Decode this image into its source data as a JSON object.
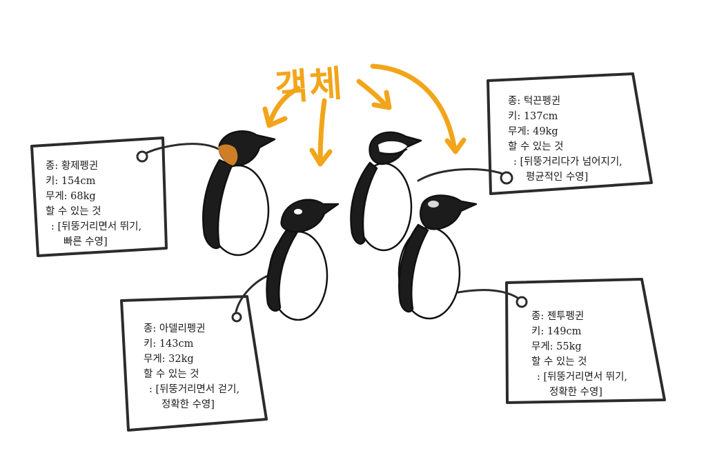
{
  "title": "객체",
  "colors": {
    "accent": "#f2a51a",
    "ink": "#2b2b2b",
    "penguin_dark": "#1c1c1c",
    "emperor_neck": "#e38a2a"
  },
  "penguins": [
    {
      "id": "emperor",
      "lines": [
        "종: 황제펭귄",
        "키: 154cm",
        "무게: 68kg",
        "할 수 있는 것",
        ": [뒤뚱거리면서 뛰기,",
        "빠른 수영]"
      ]
    },
    {
      "id": "adelie",
      "lines": [
        "종: 아델리펭귄",
        "키: 143cm",
        "무게: 32kg",
        "할 수 있는 것",
        ": [뒤뚱거리면서 걷기,",
        "정확한 수영]"
      ]
    },
    {
      "id": "chinstrap",
      "lines": [
        "종: 턱끈펭귄",
        "키: 137cm",
        "무게: 49kg",
        "할 수 있는 것",
        ": [뒤뚱거리다가 넘어지기,",
        "평균적인 수영]"
      ]
    },
    {
      "id": "gentoo",
      "lines": [
        "종: 젠투펭귄",
        "키: 149cm",
        "무게: 55kg",
        "할 수 있는 것",
        ": [뒤뚱거리면서 뛰기,",
        "정확한 수영]"
      ]
    }
  ]
}
